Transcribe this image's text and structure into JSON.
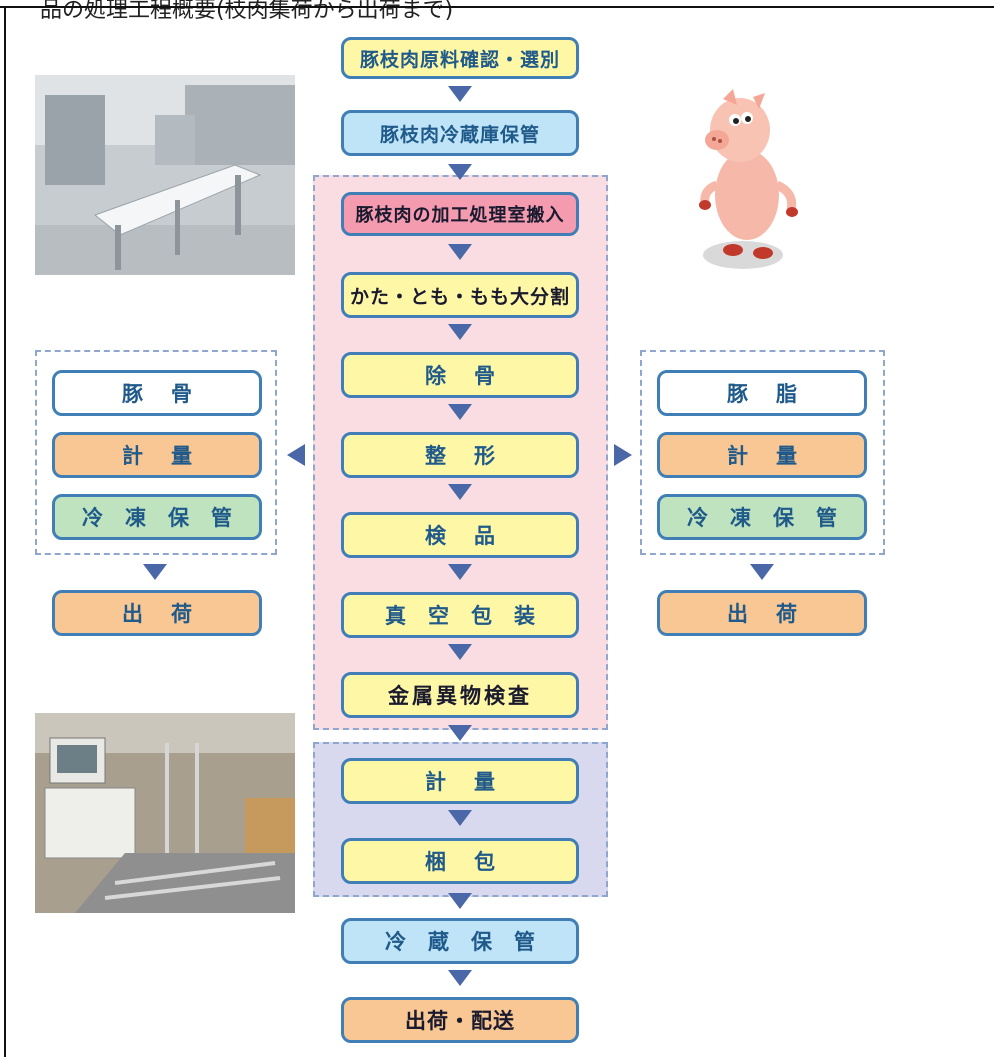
{
  "header": {
    "title": "品の処理工程概要(枝肉集荷から出荷まで)"
  },
  "flow": {
    "step1": "豚枝肉原料確認・選別",
    "step2": "豚枝肉冷蔵庫保管",
    "step3": "豚枝肉の加工処理室搬入",
    "step4": "かた・とも・もも大分割",
    "step5": "除骨",
    "step6": "整形",
    "step7": "検品",
    "step8": "真空包装",
    "step9": "金属異物検査",
    "step10": "計量",
    "step11": "梱包",
    "step12": "冷蔵保管",
    "step13": "出荷・配送"
  },
  "left_branch": {
    "item1": "豚骨",
    "item2": "計量",
    "item3": "冷凍保管",
    "ship": "出荷"
  },
  "right_branch": {
    "item1": "豚脂",
    "item2": "計量",
    "item3": "冷凍保管",
    "ship": "出荷"
  },
  "colors": {
    "box_border": "#3f7fb6",
    "yellow": "#fdf7a6",
    "blue": "#bfe3f7",
    "pink": "#f49bb0",
    "orange": "#f9c793",
    "green": "#bfe3be",
    "zone_pink": "#fadde2",
    "zone_lavender": "#d8d9ee",
    "arrow": "#4a68a8"
  },
  "icons": {
    "photo_top": "conveyor-line-photo",
    "photo_bottom": "weighing-station-photo",
    "mascot": "pig-mascot"
  }
}
